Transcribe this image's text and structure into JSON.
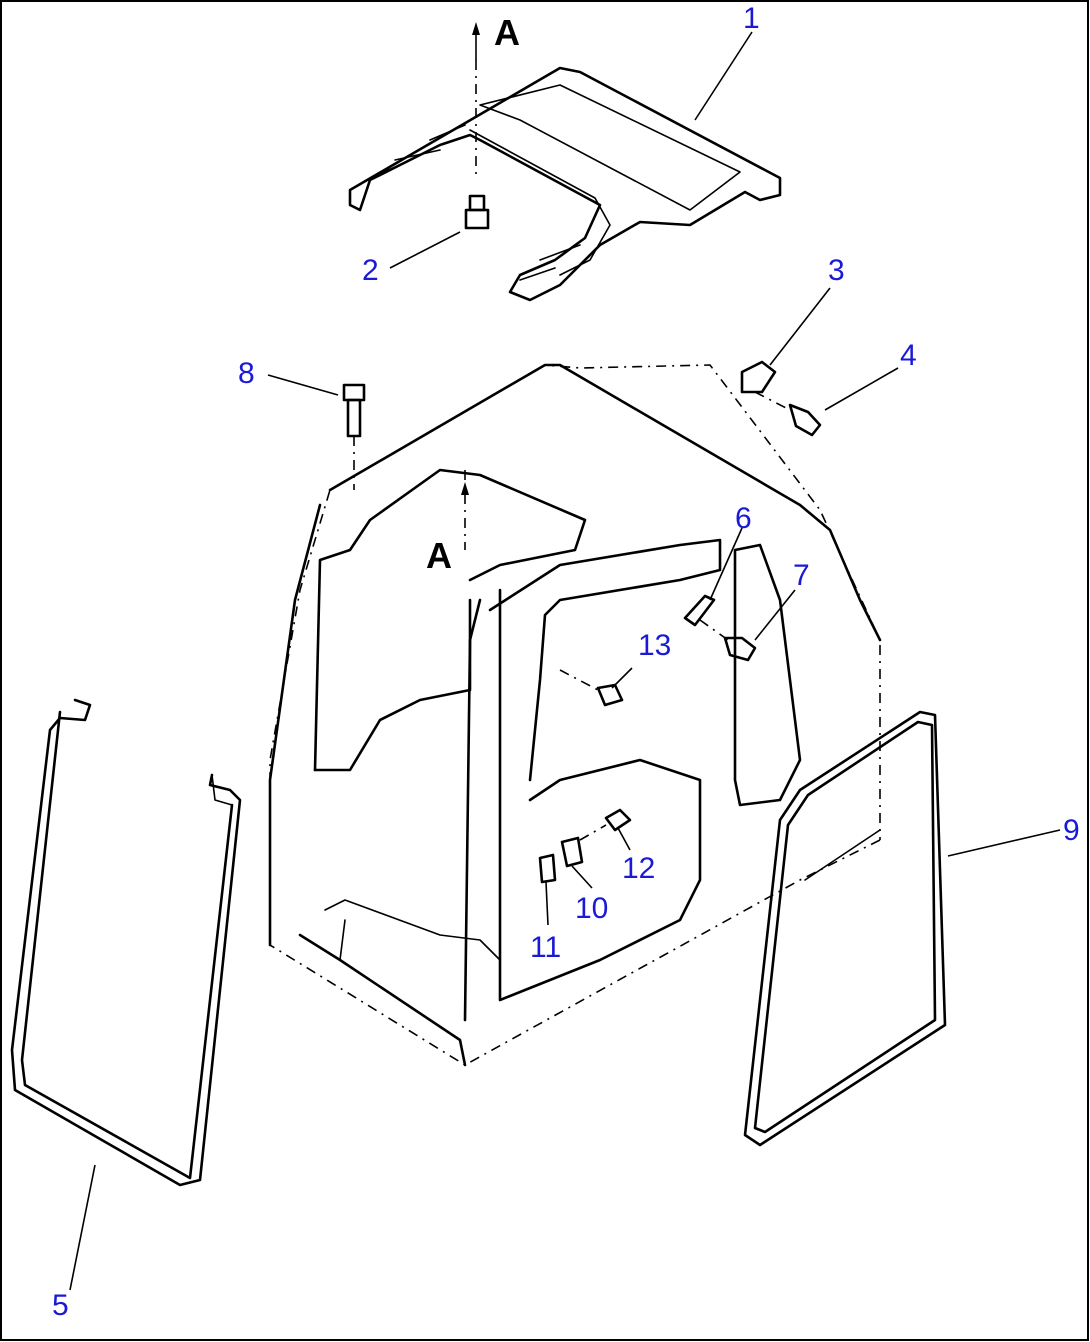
{
  "diagram": {
    "view_labels": [
      "A",
      "A"
    ],
    "callouts": [
      "1",
      "2",
      "3",
      "4",
      "5",
      "6",
      "7",
      "8",
      "9",
      "10",
      "11",
      "12",
      "13"
    ],
    "callout_color": "#1a1ad6",
    "line_color": "#000000"
  }
}
